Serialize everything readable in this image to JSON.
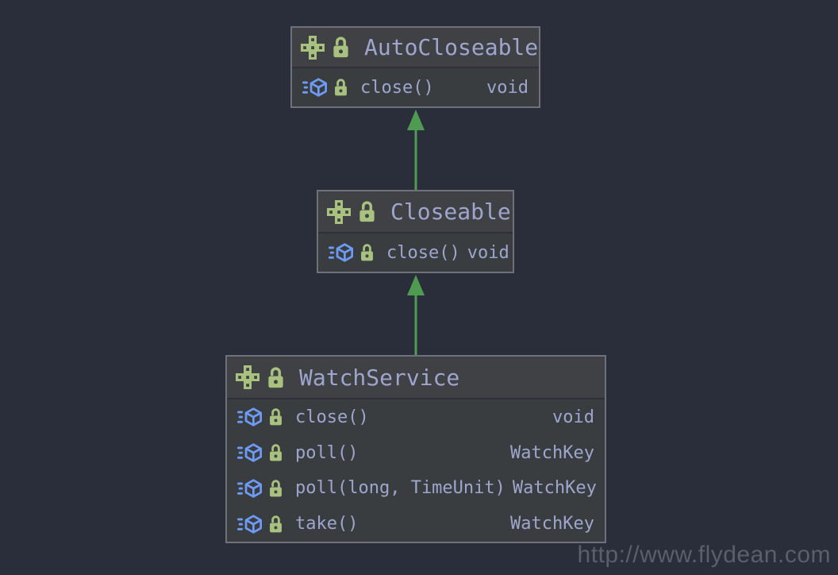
{
  "diagram": {
    "classes": [
      {
        "name": "AutoCloseable",
        "kind": "interface",
        "methods": [
          {
            "signature": "close()",
            "return_type": "void"
          }
        ]
      },
      {
        "name": "Closeable",
        "kind": "interface",
        "methods": [
          {
            "signature": "close()",
            "return_type": "void"
          }
        ]
      },
      {
        "name": "WatchService",
        "kind": "interface",
        "methods": [
          {
            "signature": "close()",
            "return_type": "void"
          },
          {
            "signature": "poll()",
            "return_type": "WatchKey"
          },
          {
            "signature": "poll(long, TimeUnit)",
            "return_type": "WatchKey"
          },
          {
            "signature": "take()",
            "return_type": "WatchKey"
          }
        ]
      }
    ],
    "relations": [
      {
        "from": "Closeable",
        "to": "AutoCloseable",
        "type": "inheritance"
      },
      {
        "from": "WatchService",
        "to": "Closeable",
        "type": "inheritance"
      }
    ]
  },
  "icons": {
    "class_kind": "interface-icon",
    "member_visibility": "lock-icon",
    "member_kind": "method-icon"
  },
  "colors": {
    "canvas_bg": "#2A2D3A",
    "node_header_bg": "#3F4144",
    "node_body_bg": "#3A3D40",
    "node_border": "#6E7179",
    "text": "#9EA6CE",
    "icon_green": "#A9C17E",
    "icon_blue": "#6E9BF5",
    "arrow_green": "#4E9B51",
    "watermark_text_color": "#5A5F6A"
  },
  "watermark": {
    "text": "http://www.flydean.com"
  }
}
